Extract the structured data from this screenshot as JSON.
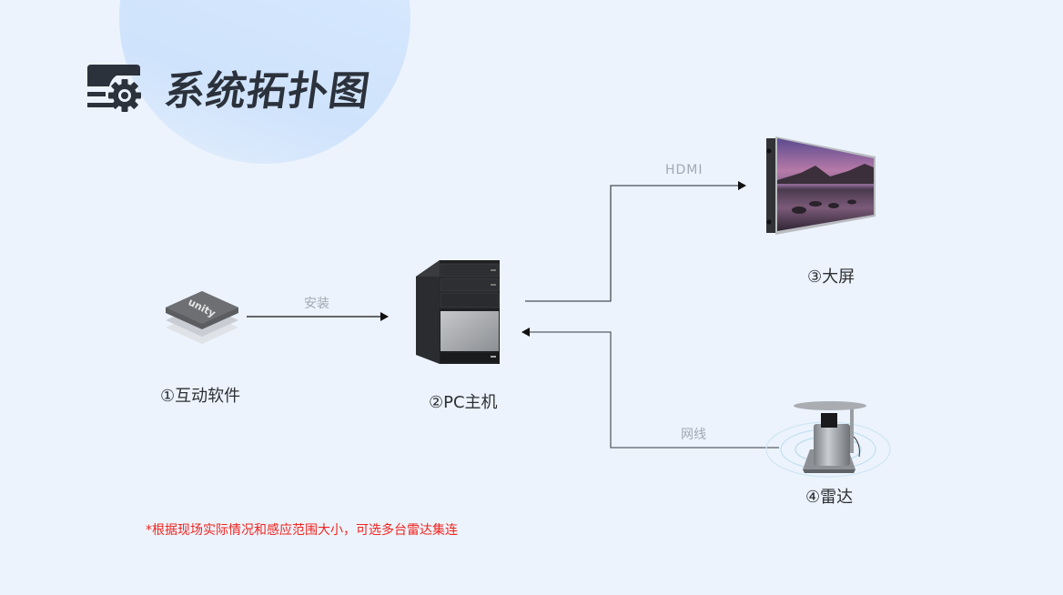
{
  "title": "系统拓扑图",
  "nodes": [
    {
      "id": "software",
      "label": "①互动软件",
      "icon": "unity-logo-icon",
      "badge_text": "unity"
    },
    {
      "id": "pc",
      "label": "②PC主机",
      "icon": "pc-tower-icon"
    },
    {
      "id": "screen",
      "label": "③大屏",
      "icon": "led-screen-icon"
    },
    {
      "id": "radar",
      "label": "④雷达",
      "icon": "radar-sensor-icon"
    }
  ],
  "connections": [
    {
      "from": "software",
      "to": "pc",
      "label": "安装"
    },
    {
      "from": "pc",
      "to": "screen",
      "label": "HDMI"
    },
    {
      "from": "radar",
      "to": "pc",
      "label": "网线"
    }
  ],
  "note": "*根据现场实际情况和感应范围大小，可选多台雷达集连",
  "colors": {
    "background": "#ecf3fd",
    "title": "#2c323c",
    "line": "#4a4f57",
    "connection_label": "#a3a8b0",
    "note": "#f2231c"
  }
}
